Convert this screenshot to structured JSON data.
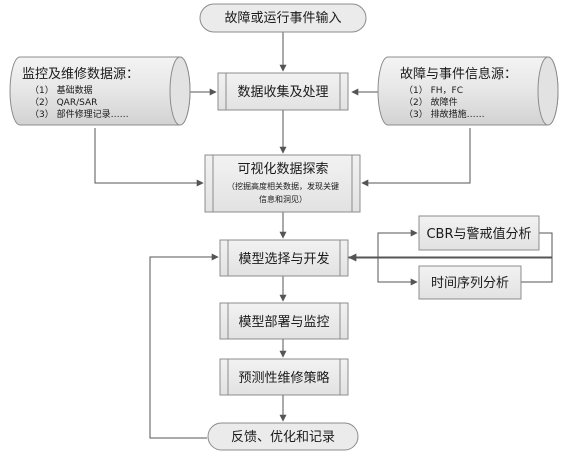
{
  "nodes": {
    "input": "故障或运行事件输入",
    "process": "数据收集及处理",
    "left_source": {
      "title": "监控及维修数据源：",
      "items": [
        "（1） 基础数据",
        "（2） QAR/SAR",
        "（3） 部件修理记录……"
      ]
    },
    "right_source": {
      "title": "故障与事件信息源：",
      "items": [
        "（1） FH，FC",
        "（2） 故障件",
        "（3） 排故措施……"
      ]
    },
    "visual": {
      "title": "可视化数据探索",
      "subtitle_line1": "（挖掘高度相关数据，发现关键",
      "subtitle_line2": "信息和洞见）"
    },
    "model_select": "模型选择与开发",
    "cbr": "CBR与警戒值分析",
    "timeseries": "时间序列分析",
    "deploy": "模型部署与监控",
    "predictive": "预测性维修策略",
    "feedback": "反馈、优化和记录"
  },
  "colors": {
    "box_fill": "#ebebeb",
    "box_stroke": "#8c8c8c",
    "edge": "#555555"
  }
}
